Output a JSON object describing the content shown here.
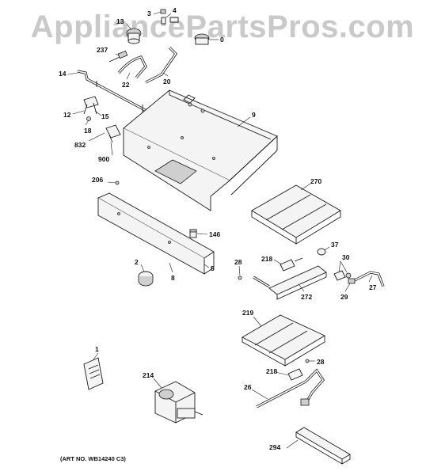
{
  "watermark": "AppliancePartsPros.com",
  "art_number": "(ART NO. WB14240 C3)",
  "part_labels": [
    {
      "id": "l3",
      "text": "3"
    },
    {
      "id": "l4",
      "text": "4"
    },
    {
      "id": "l13",
      "text": "13"
    },
    {
      "id": "l0",
      "text": "0"
    },
    {
      "id": "l237",
      "text": "237"
    },
    {
      "id": "l22",
      "text": "22"
    },
    {
      "id": "l20",
      "text": "20"
    },
    {
      "id": "l14",
      "text": "14"
    },
    {
      "id": "l12",
      "text": "12"
    },
    {
      "id": "l15",
      "text": "15"
    },
    {
      "id": "l18",
      "text": "18"
    },
    {
      "id": "l832",
      "text": "832"
    },
    {
      "id": "l900",
      "text": "900"
    },
    {
      "id": "l9",
      "text": "9"
    },
    {
      "id": "l206",
      "text": "206"
    },
    {
      "id": "l270",
      "text": "270"
    },
    {
      "id": "l146",
      "text": "146"
    },
    {
      "id": "l2",
      "text": "2"
    },
    {
      "id": "l8",
      "text": "8"
    },
    {
      "id": "l5",
      "text": "5"
    },
    {
      "id": "l28a",
      "text": "28"
    },
    {
      "id": "l218a",
      "text": "218"
    },
    {
      "id": "l37",
      "text": "37"
    },
    {
      "id": "l30",
      "text": "30"
    },
    {
      "id": "l272",
      "text": "272"
    },
    {
      "id": "l29",
      "text": "29"
    },
    {
      "id": "l27",
      "text": "27"
    },
    {
      "id": "l219",
      "text": "219"
    },
    {
      "id": "l28b",
      "text": "28"
    },
    {
      "id": "l218b",
      "text": "218"
    },
    {
      "id": "l1",
      "text": "1"
    },
    {
      "id": "l214",
      "text": "214"
    },
    {
      "id": "l26",
      "text": "26"
    },
    {
      "id": "l294",
      "text": "294"
    }
  ]
}
